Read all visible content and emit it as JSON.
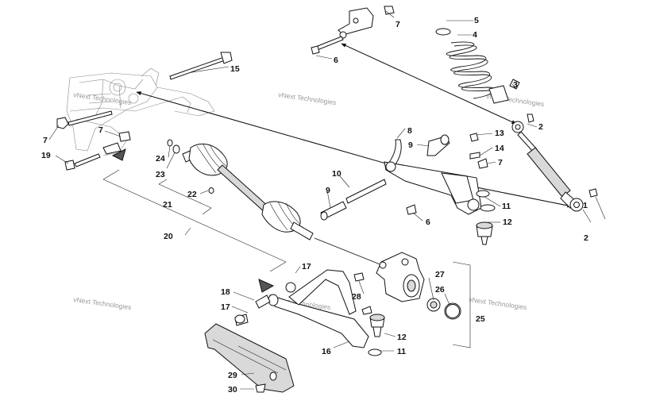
{
  "watermark": "vNext Technologies",
  "callouts": [
    {
      "id": "c7a",
      "label": "7"
    },
    {
      "id": "c5",
      "label": "5"
    },
    {
      "id": "c4",
      "label": "4"
    },
    {
      "id": "c6a",
      "label": "6"
    },
    {
      "id": "c15",
      "label": "15"
    },
    {
      "id": "c3",
      "label": "3"
    },
    {
      "id": "c2a",
      "label": "2"
    },
    {
      "id": "c7b",
      "label": "7"
    },
    {
      "id": "c7c",
      "label": "7"
    },
    {
      "id": "c19",
      "label": "19"
    },
    {
      "id": "c8",
      "label": "8"
    },
    {
      "id": "c9a",
      "label": "9"
    },
    {
      "id": "c13",
      "label": "13"
    },
    {
      "id": "c14",
      "label": "14"
    },
    {
      "id": "c7d",
      "label": "7"
    },
    {
      "id": "c24",
      "label": "24"
    },
    {
      "id": "c23",
      "label": "23"
    },
    {
      "id": "c10",
      "label": "10"
    },
    {
      "id": "c9b",
      "label": "9"
    },
    {
      "id": "c22",
      "label": "22"
    },
    {
      "id": "c21",
      "label": "21"
    },
    {
      "id": "c11a",
      "label": "11"
    },
    {
      "id": "c1",
      "label": "1"
    },
    {
      "id": "c6b",
      "label": "6"
    },
    {
      "id": "c12a",
      "label": "12"
    },
    {
      "id": "c2b",
      "label": "2"
    },
    {
      "id": "c20",
      "label": "20"
    },
    {
      "id": "c17a",
      "label": "17"
    },
    {
      "id": "c27",
      "label": "27"
    },
    {
      "id": "c28",
      "label": "28"
    },
    {
      "id": "c26",
      "label": "26"
    },
    {
      "id": "c18",
      "label": "18"
    },
    {
      "id": "c17b",
      "label": "17"
    },
    {
      "id": "c25",
      "label": "25"
    },
    {
      "id": "c12b",
      "label": "12"
    },
    {
      "id": "c16",
      "label": "16"
    },
    {
      "id": "c11b",
      "label": "11"
    },
    {
      "id": "c29",
      "label": "29"
    },
    {
      "id": "c30",
      "label": "30"
    }
  ]
}
